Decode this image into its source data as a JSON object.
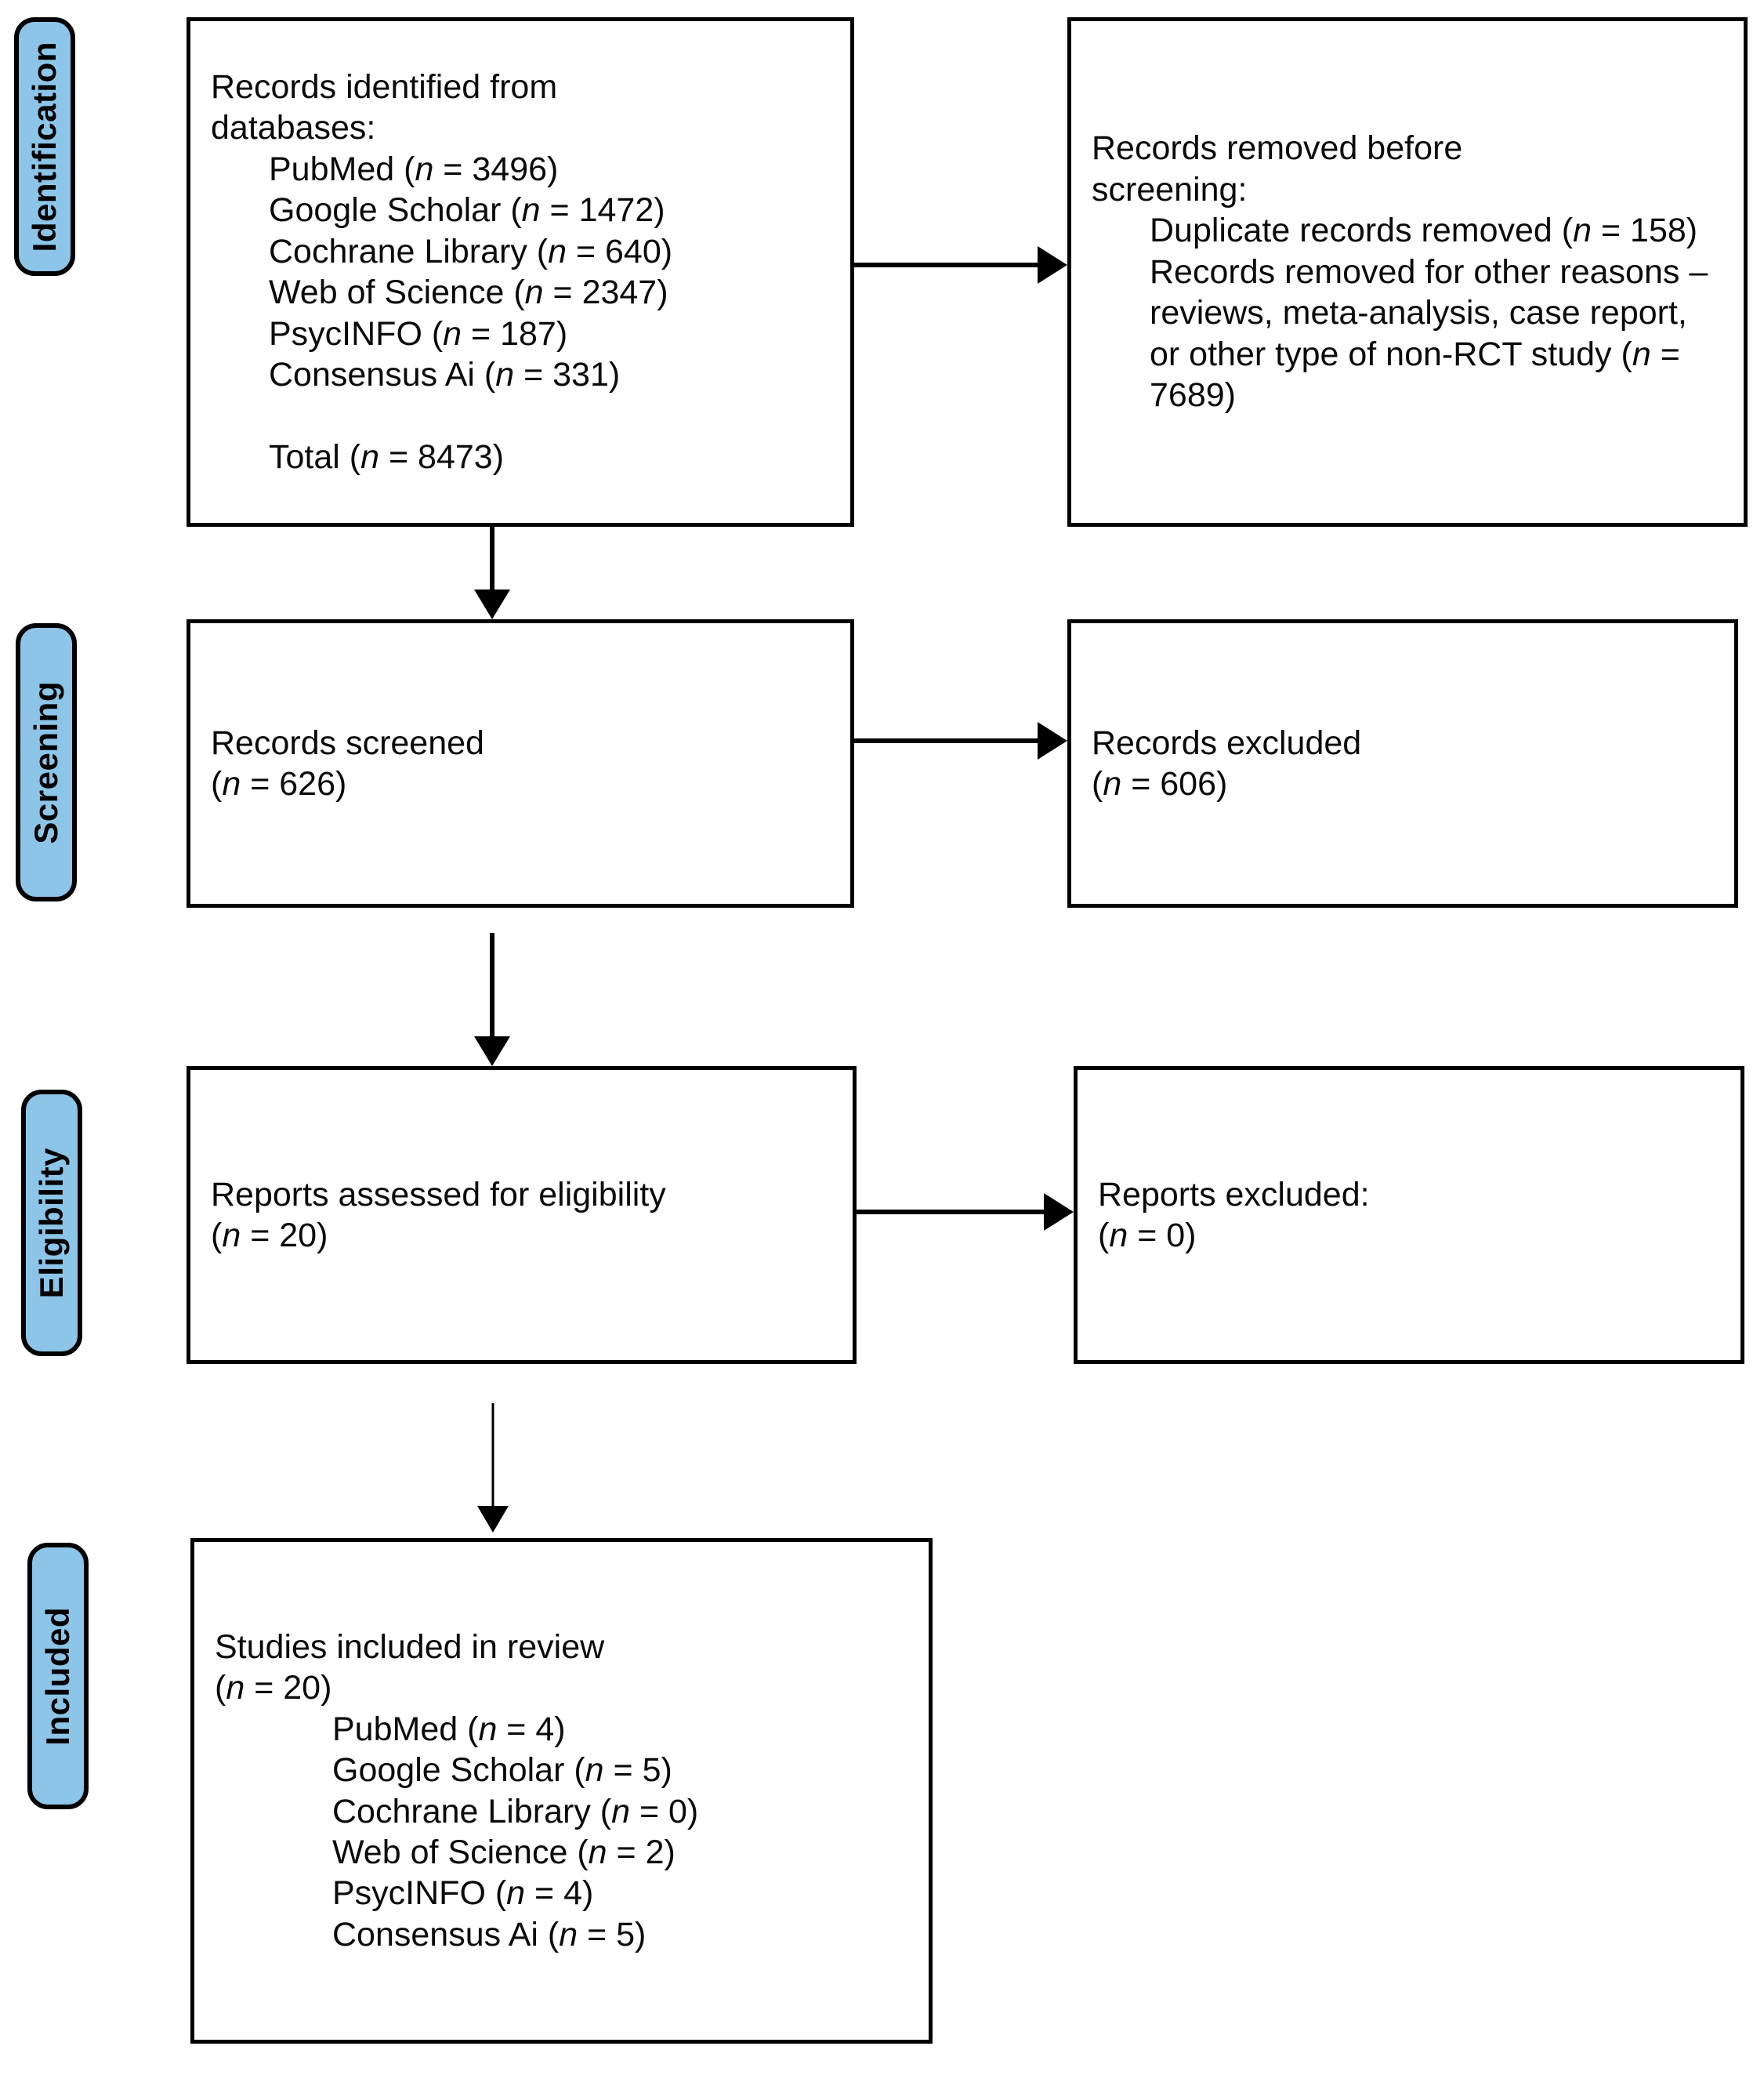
{
  "diagram": {
    "type": "prisma-flow-diagram",
    "accent_color": "#8CC5E8",
    "line_color": "#000000",
    "background_color": "#FFFFFF"
  },
  "stages": [
    {
      "id": "identification",
      "label": "Identification"
    },
    {
      "id": "screening",
      "label": "Screening"
    },
    {
      "id": "eligibility",
      "label": "Eligibility"
    },
    {
      "id": "included",
      "label": "Included"
    }
  ],
  "boxes": {
    "records_identified": {
      "title": "Records identified from databases:",
      "line1": "Records identified from",
      "line2": "databases:",
      "sources": [
        "PubMed (n = 3496)",
        "Google Scholar (n = 1472)",
        "Cochrane Library (n = 640)",
        "Web of Science (n = 2347)",
        "PsycINFO (n = 187)",
        "Consensus Ai (n = 331)"
      ],
      "total": "Total (n = 8473)"
    },
    "records_removed": {
      "line1": "Records removed before",
      "line2": "screening:",
      "reasons": [
        "Duplicate records removed (n = 158)",
        "Records removed for other reasons – reviews, meta-analysis, case report, or other type of non-RCT study (n = 7689)"
      ]
    },
    "records_screened": {
      "line1": "Records screened",
      "line2": "(n = 626)"
    },
    "records_excluded": {
      "line1": "Records excluded",
      "line2": "(n = 606)"
    },
    "reports_assessed": {
      "line1": "Reports assessed for eligibility",
      "line2": "(n = 20)"
    },
    "reports_excluded": {
      "line1": "Reports excluded:",
      "line2": "(n = 0)"
    },
    "studies_included": {
      "line1": "Studies included in review",
      "line2": "(n = 20)",
      "sources": [
        "PubMed (n = 4)",
        "Google Scholar (n = 5)",
        "Cochrane Library (n = 0)",
        "Web of Science (n = 2)",
        "PsycINFO (n = 4)",
        "Consensus Ai (n = 5)"
      ]
    }
  },
  "chart_data": {
    "type": "table",
    "title": "PRISMA 2020 flow diagram",
    "stages": [
      "Identification",
      "Screening",
      "Eligibility",
      "Included"
    ],
    "records_identified_by_database": {
      "PubMed": 3496,
      "Google Scholar": 1472,
      "Cochrane Library": 640,
      "Web of Science": 2347,
      "PsycINFO": 187,
      "Consensus Ai": 331,
      "Total": 8473
    },
    "records_removed_before_screening": {
      "Duplicate records removed": 158,
      "Removed for other reasons (reviews, meta-analysis, case report, or other type of non-RCT study)": 7689
    },
    "records_screened": 626,
    "records_excluded": 606,
    "reports_assessed_for_eligibility": 20,
    "reports_excluded": 0,
    "studies_included_in_review": {
      "Total": 20,
      "PubMed": 4,
      "Google Scholar": 5,
      "Cochrane Library": 0,
      "Web of Science": 2,
      "PsycINFO": 4,
      "Consensus Ai": 5
    }
  }
}
